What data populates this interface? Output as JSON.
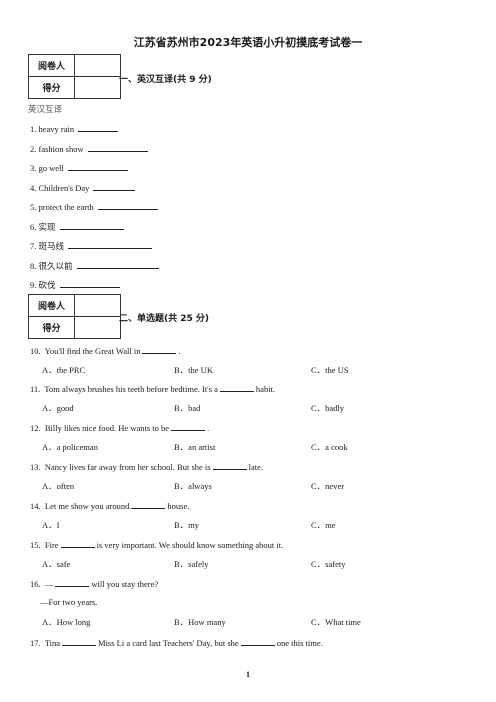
{
  "title": "江苏省苏州市2023年英语小升初摸底考试卷一",
  "score_box": {
    "reviewer": "阅卷人",
    "score": "得分"
  },
  "section1": {
    "title": "一、英汉互译(共 9 分)",
    "subtitle": "英汉互译",
    "items": [
      {
        "num": "1.",
        "text": "heavy rain"
      },
      {
        "num": "2.",
        "text": "fashion show"
      },
      {
        "num": "3.",
        "text": "go well"
      },
      {
        "num": "4.",
        "text": "Children's Day"
      },
      {
        "num": "5.",
        "text": "protect the earth"
      },
      {
        "num": "6.",
        "text": "实现"
      },
      {
        "num": "7.",
        "text": "斑马线"
      },
      {
        "num": "8.",
        "text": "很久以前"
      },
      {
        "num": "9.",
        "text": "砍伐"
      }
    ]
  },
  "section2": {
    "title": "二、单选题(共 25 分)",
    "questions": [
      {
        "num": "10.",
        "pre": "You'll find the Great Wall in",
        "post": ".",
        "options": [
          "A．the PRC",
          "B．the UK",
          "C．the US"
        ]
      },
      {
        "num": "11.",
        "pre": "Tom always brushes his teeth before bedtime. It's a",
        "post": "habit.",
        "options": [
          "A．good",
          "B．bad",
          "C．badly"
        ]
      },
      {
        "num": "12.",
        "pre": "Billy likes nice food. He wants to be",
        "post": ".",
        "options": [
          "A．a policeman",
          "B．an artist",
          "C．a cook"
        ]
      },
      {
        "num": "13.",
        "pre": "Nancy lives far away from her school. But she is",
        "post": "late.",
        "options": [
          "A．often",
          "B．always",
          "C．never"
        ]
      },
      {
        "num": "14.",
        "pre": "Let me show you around",
        "post": "house.",
        "options": [
          "A．I",
          "B．my",
          "C．me"
        ]
      },
      {
        "num": "15.",
        "pre": "Fire",
        "post": "is very important. We should know something about it.",
        "options": [
          "A．safe",
          "B．safely",
          "C．safety"
        ]
      },
      {
        "num": "16.",
        "pre": "—",
        "post": "will you stay there?",
        "extra": "—For two years.",
        "options": [
          "A．How long",
          "B．How many",
          "C．What time"
        ]
      }
    ],
    "q17": {
      "num": "17.",
      "a": "Tina",
      "b": "Miss Li a card last Teachers' Day, but she",
      "c": "one this time."
    }
  },
  "page_number": "1"
}
